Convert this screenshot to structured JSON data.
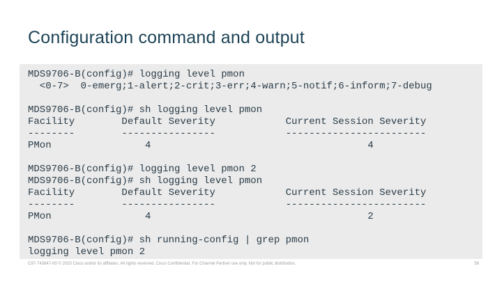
{
  "slide": {
    "title": "Configuration command and output",
    "terminal": {
      "blocks": [
        {
          "text": "MDS9706-B(config)# logging level pmon\n  <0-7>  0-emerg;1-alert;2-crit;3-err;4-warn;5-notif;6-inform;7-debug"
        },
        {
          "text": "MDS9706-B(config)# sh logging level pmon\nFacility        Default Severity            Current Session Severity\n--------        ----------------            ------------------------\nPMon                4                                     4"
        },
        {
          "text": "MDS9706-B(config)# logging level pmon 2\nMDS9706-B(config)# sh logging level pmon\nFacility        Default Severity            Current Session Severity\n--------        ----------------            ------------------------\nPMon                4                                     2"
        },
        {
          "text": "MDS9706-B(config)# sh running-config | grep pmon\nlogging level pmon 2"
        }
      ]
    },
    "footer": {
      "disclaimer": "C97-743847-00 © 2020 Cisco and/or its affiliates. All rights reserved. Cisco Confidential. For Channel Partner use only. Not for public distribution.",
      "page_number": "58"
    },
    "colors": {
      "title_text": "#1d4356",
      "terminal_background": "#ebebeb",
      "terminal_text": "#2a3b47",
      "footer_text": "#9b9ea1",
      "slide_background": "#ffffff"
    }
  }
}
